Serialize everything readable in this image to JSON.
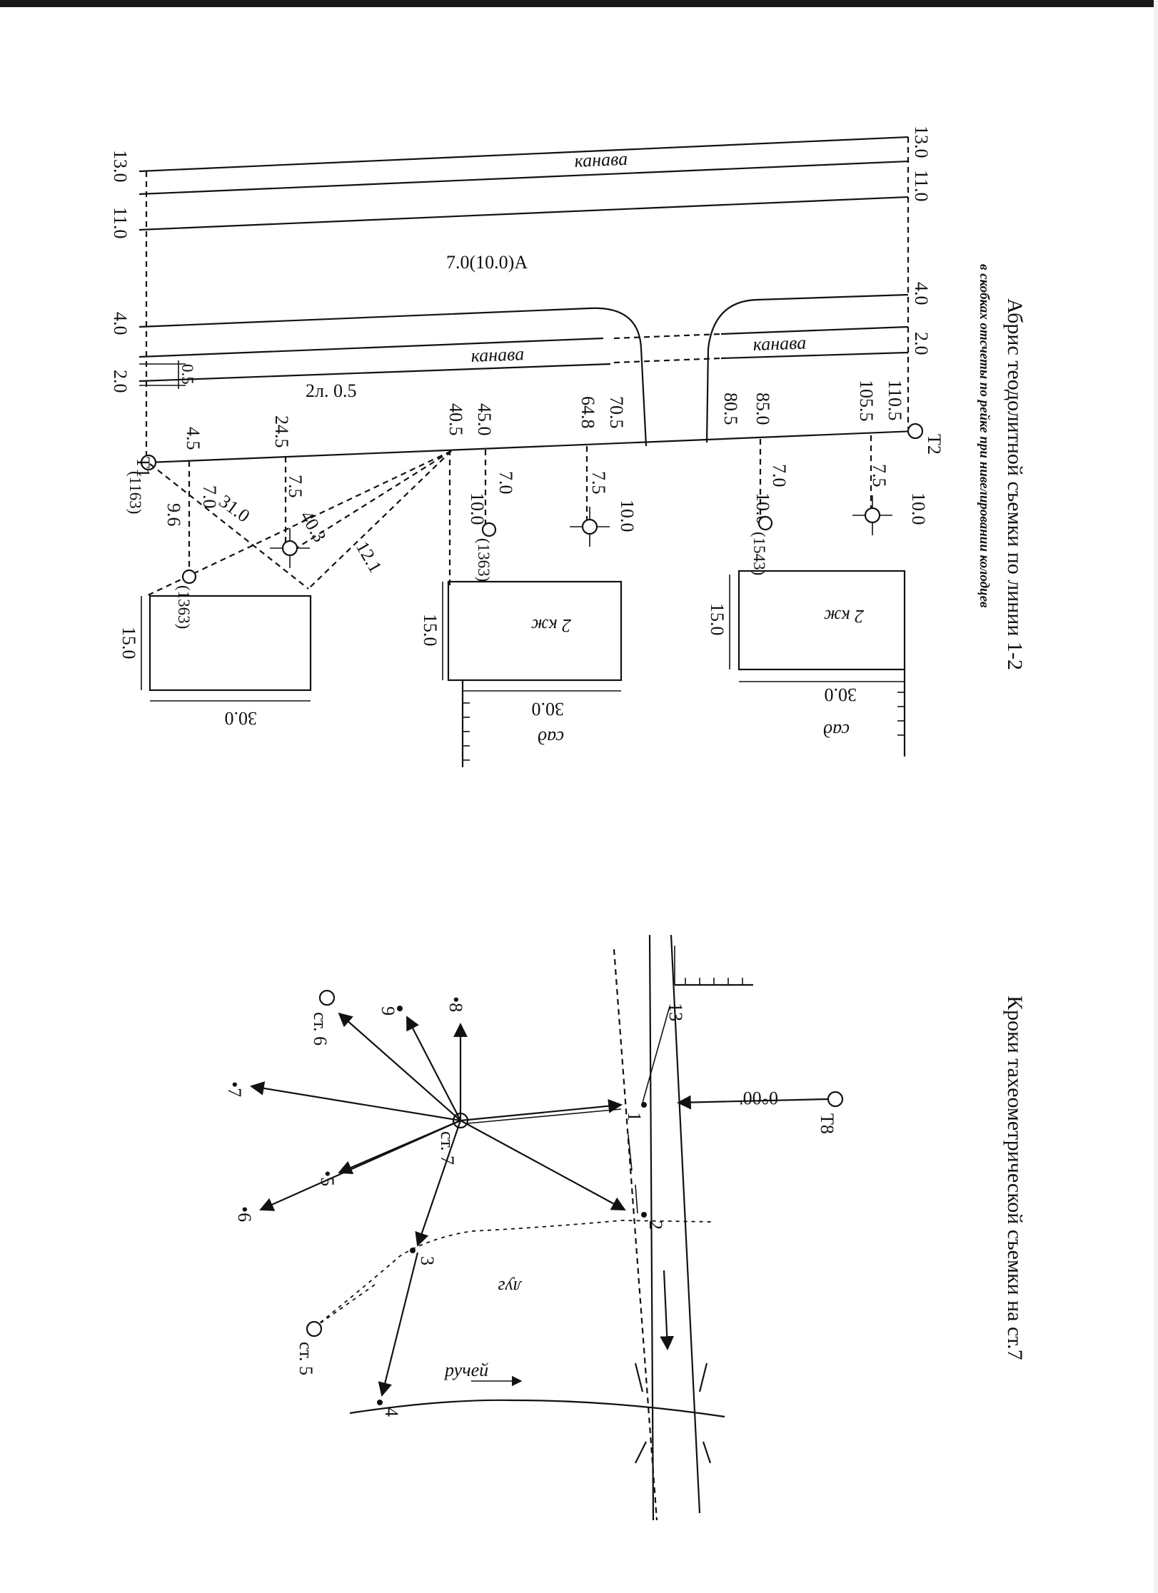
{
  "abris": {
    "title": "Абрис теодолитной съемки по линии 1-2",
    "subtitle": "в скобках отсчеты по рейке при нивелировании колодцев",
    "stations": [
      "T1",
      "T2"
    ],
    "station_1_height": "(1163)",
    "road_label": "7.0(10.0)А",
    "ditch_labels": [
      "канава",
      "канава",
      "канава"
    ],
    "road_width_label": "2л. 0.5",
    "offsets_left": [
      "13.0",
      "11.0",
      "4.0",
      "2.0",
      "0.5"
    ],
    "offsets_right": [
      "13.0",
      "11.0",
      "4.0",
      "2.0"
    ],
    "chainage": [
      "4.5",
      "24.5",
      "40.5",
      "45.0",
      "64.8",
      "70.5",
      "80.5",
      "85.0",
      "105.5",
      "110.5"
    ],
    "perpendiculars": [
      "7.0",
      "7.5",
      "7.0",
      "7.5",
      "7.0",
      "7.5"
    ],
    "building_offsets": [
      "9.6",
      "10.0",
      "10.0",
      "10.0",
      "10.0"
    ],
    "diagonals": [
      "31.0",
      "40.3",
      "12.1"
    ],
    "wells": [
      "(1363)",
      "(1363)",
      "(1543)"
    ],
    "buildings": [
      {
        "label": "",
        "depth": "15.0",
        "length": "30.0"
      },
      {
        "label": "2 кж",
        "depth": "15.0",
        "length": "30.0"
      },
      {
        "label": "2 кж",
        "depth": "15.0",
        "length": "30.0"
      }
    ],
    "garden_labels": [
      "сад",
      "сад"
    ]
  },
  "kroki": {
    "title": "Кроки тахеометрической съемки на ст.7",
    "stations": [
      "ст. 7",
      "ст. 6",
      "ст. 5",
      "Т8"
    ],
    "zero_reading": "0°00'",
    "points": [
      "1",
      "2",
      "3",
      "4",
      "•5",
      "•6",
      "•7",
      "•8",
      "9",
      "13"
    ],
    "meadow_label": "луг",
    "stream_label": "ручей"
  }
}
